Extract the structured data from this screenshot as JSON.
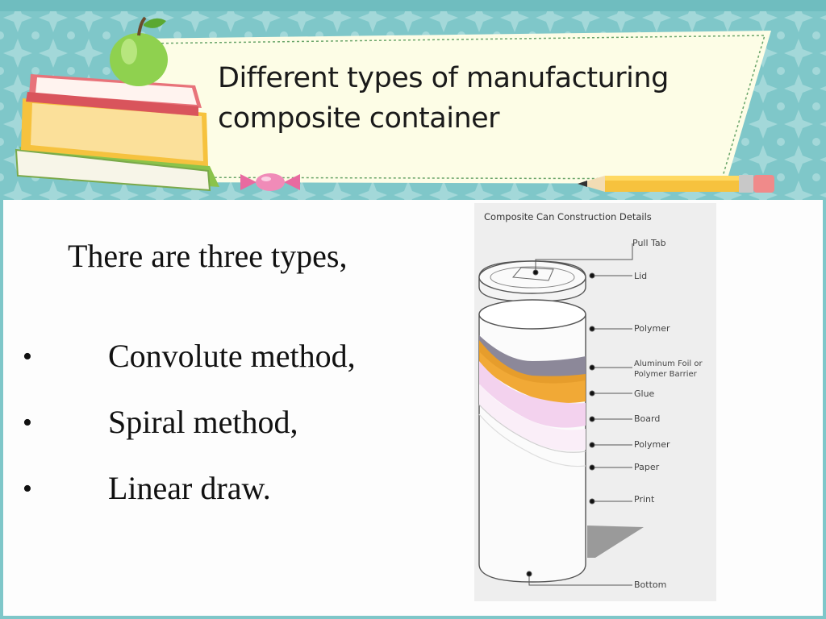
{
  "slide": {
    "title_line1": "Different types of manufacturing",
    "title_line2": "composite container",
    "intro": "There are three types,",
    "bullets": [
      {
        "marker": "•",
        "text": "Convolute method,"
      },
      {
        "marker": "•",
        "text": "Spiral method,"
      },
      {
        "marker": "•",
        "text": "Linear draw."
      }
    ]
  },
  "figure": {
    "title": "Composite Can Construction Details",
    "labels": {
      "pull_tab": "Pull Tab",
      "lid": "Lid",
      "polymer_outer": "Polymer",
      "foil_line1": "Aluminum Foil or",
      "foil_line2": "Polymer Barrier",
      "glue": "Glue",
      "board": "Board",
      "polymer_inner": "Polymer",
      "paper": "Paper",
      "print": "Print",
      "bottom": "Bottom"
    }
  },
  "decor": {
    "background_pattern": "teal-star-lattice",
    "icons": [
      "apple-icon",
      "book-stack-icon",
      "candy-icon",
      "pencil-icon"
    ],
    "colors": {
      "frame_teal": "#7fc7c9",
      "banner": "#fdfde6",
      "foil_gray": "#8c8899",
      "glue_orange": "#f0a020",
      "polymer_pink": "#f3d2ee"
    }
  }
}
